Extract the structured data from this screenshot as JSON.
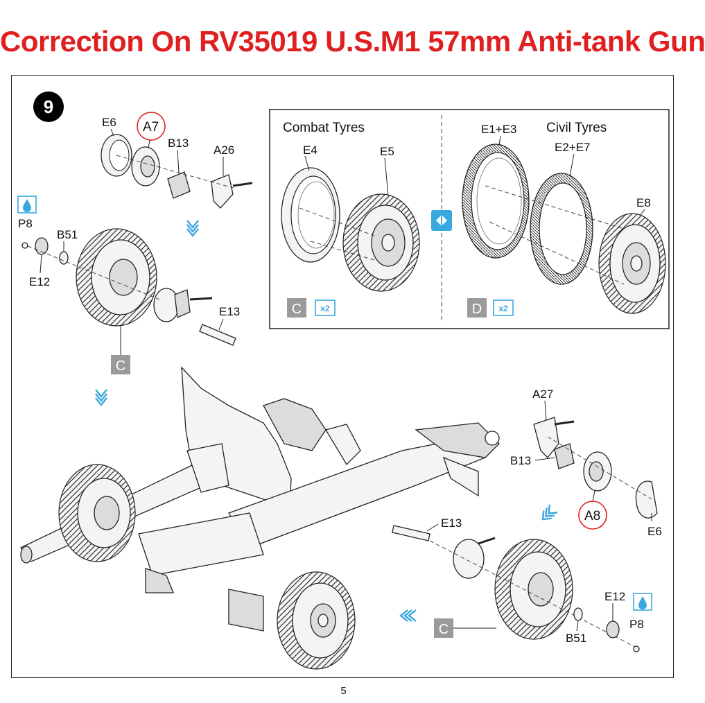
{
  "title": "Correction On RV35019 U.S.M1 57mm Anti-tank Gun",
  "step_number": "9",
  "page_number": "5",
  "inset": {
    "combat_label": "Combat Tyres",
    "civil_label": "Civil Tyres",
    "combat_parts": [
      "E4",
      "E5"
    ],
    "civil_parts": [
      "E1+E3",
      "E2+E7",
      "E8"
    ],
    "combat_sprue": "C",
    "civil_sprue": "D",
    "combat_qty": "x2",
    "civil_qty": "x2"
  },
  "left_hub_parts": {
    "cap": "E6",
    "hub": "A7",
    "plate": "B13",
    "axle": "A26",
    "pin": "P8",
    "washer": "B51",
    "nut": "E12",
    "shaft": "E13",
    "sprue": "C"
  },
  "right_hub_parts": {
    "axle": "A27",
    "plate": "B13",
    "hub": "A8",
    "cap": "E6",
    "shaft": "E13",
    "nut": "E12",
    "pin": "P8",
    "washer": "B51",
    "sprue": "C"
  },
  "colors": {
    "title_red": "#e02020",
    "accent_blue": "#39a7e0",
    "sprue_grey": "#9a9a9a",
    "highlight_red": "#e02020"
  },
  "icons": [
    "glue-icon",
    "choose-option-icon",
    "assembly-arrow-icon"
  ]
}
